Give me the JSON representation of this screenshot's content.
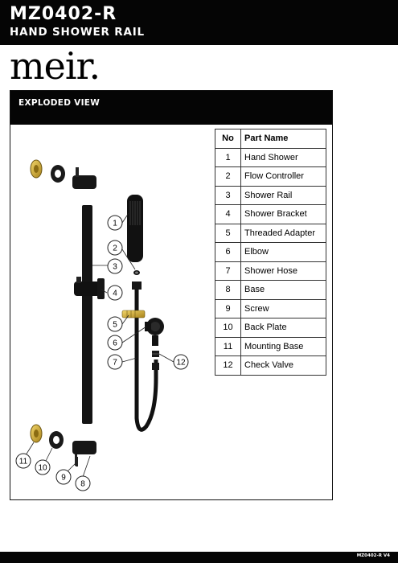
{
  "header": {
    "model_code": "MZ0402-R",
    "product_name": "HAND SHOWER RAIL"
  },
  "brand": {
    "logo_text": "meir."
  },
  "exploded_view": {
    "title": "EXPLODED VIEW",
    "callouts": [
      "1",
      "2",
      "3",
      "4",
      "5",
      "6",
      "7",
      "8",
      "9",
      "10",
      "11",
      "12"
    ]
  },
  "parts_table": {
    "headers": [
      "No",
      "Part Name"
    ],
    "rows": [
      {
        "no": "1",
        "name": "Hand Shower"
      },
      {
        "no": "2",
        "name": "Flow Controller"
      },
      {
        "no": "3",
        "name": "Shower Rail"
      },
      {
        "no": "4",
        "name": "Shower Bracket"
      },
      {
        "no": "5",
        "name": "Threaded Adapter"
      },
      {
        "no": "6",
        "name": "Elbow"
      },
      {
        "no": "7",
        "name": "Shower Hose"
      },
      {
        "no": "8",
        "name": "Base"
      },
      {
        "no": "9",
        "name": "Screw"
      },
      {
        "no": "10",
        "name": "Back Plate"
      },
      {
        "no": "11",
        "name": "Mounting Base"
      },
      {
        "no": "12",
        "name": "Check Valve"
      }
    ]
  },
  "footer": {
    "version": "MZ0402-R V4"
  },
  "colors": {
    "brass": "#c9a227",
    "matte_black": "#111111"
  }
}
